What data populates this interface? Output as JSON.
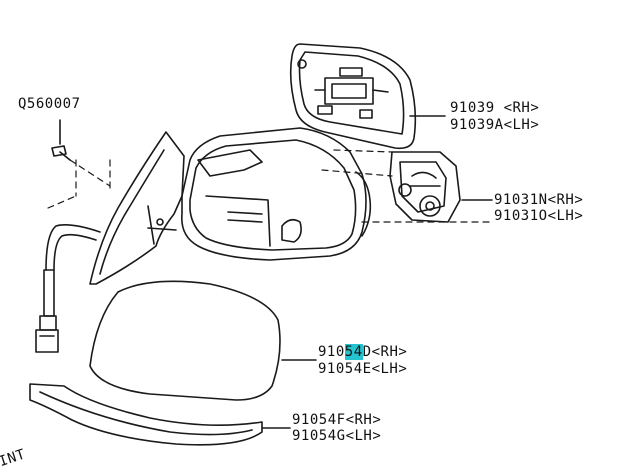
{
  "parts": {
    "screw": {
      "code": "Q560007"
    },
    "glass": {
      "rh": "91039 <RH>",
      "lh": "91039A<LH>"
    },
    "motor": {
      "rh": "91031N<RH>",
      "lh": "91031O<LH>"
    },
    "cover": {
      "rh_prefix": "910",
      "rh_highlight": "54",
      "rh_suffix": "D<RH>",
      "lh": "91054E<LH>"
    },
    "finisher": {
      "rh": "91054F<RH>",
      "lh": "91054G<LH>"
    }
  },
  "front_marker": "INT",
  "colors": {
    "highlight": "#23c3cf",
    "line": "#1a1a1a"
  }
}
